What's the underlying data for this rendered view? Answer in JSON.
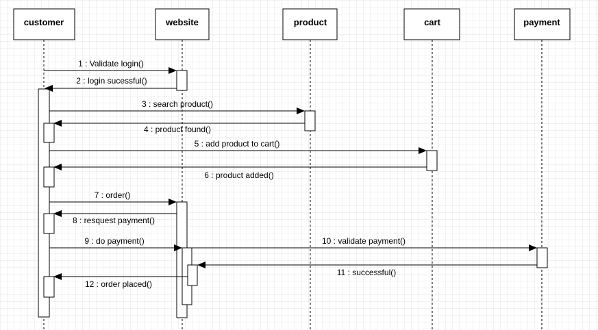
{
  "diagram": {
    "type": "uml-sequence",
    "lifelines": [
      {
        "id": "customer",
        "label": "customer"
      },
      {
        "id": "website",
        "label": "website"
      },
      {
        "id": "product",
        "label": "product"
      },
      {
        "id": "cart",
        "label": "cart"
      },
      {
        "id": "payment",
        "label": "payment"
      }
    ],
    "messages": [
      {
        "n": 1,
        "label": "1 : Validate login()",
        "from": "customer",
        "to": "website",
        "kind": "call"
      },
      {
        "n": 2,
        "label": "2 : login sucessful()",
        "from": "website",
        "to": "customer",
        "kind": "return"
      },
      {
        "n": 3,
        "label": "3 : search product()",
        "from": "customer",
        "to": "product",
        "kind": "call"
      },
      {
        "n": 4,
        "label": "4 : product found()",
        "from": "product",
        "to": "customer",
        "kind": "return"
      },
      {
        "n": 5,
        "label": "5 : add product to cart()",
        "from": "customer",
        "to": "cart",
        "kind": "call"
      },
      {
        "n": 6,
        "label": "6 : product added()",
        "from": "cart",
        "to": "customer",
        "kind": "return"
      },
      {
        "n": 7,
        "label": "7 : order()",
        "from": "customer",
        "to": "website",
        "kind": "call"
      },
      {
        "n": 8,
        "label": "8 : resquest payment()",
        "from": "website",
        "to": "customer",
        "kind": "return"
      },
      {
        "n": 9,
        "label": "9 : do payment()",
        "from": "customer",
        "to": "website",
        "kind": "call"
      },
      {
        "n": 10,
        "label": "10 : validate payment()",
        "from": "website",
        "to": "payment",
        "kind": "call"
      },
      {
        "n": 11,
        "label": "11 : successful()",
        "from": "payment",
        "to": "website",
        "kind": "return"
      },
      {
        "n": 12,
        "label": "12 : order placed()",
        "from": "website",
        "to": "customer",
        "kind": "return"
      }
    ]
  }
}
